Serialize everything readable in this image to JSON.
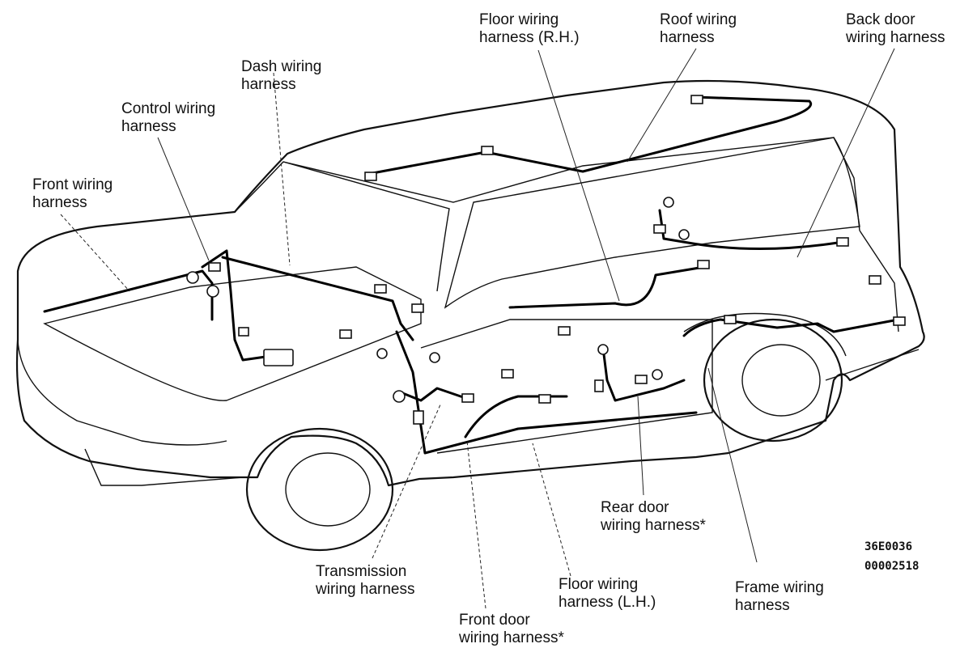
{
  "labels": {
    "floor_rh": [
      "Floor wiring",
      "harness (R.H.)"
    ],
    "roof": [
      "Roof wiring",
      "harness"
    ],
    "back_door": [
      "Back door",
      "wiring harness"
    ],
    "dash": [
      "Dash wiring",
      "harness"
    ],
    "control": [
      "Control wiring",
      "harness"
    ],
    "front": [
      "Front wiring",
      "harness"
    ],
    "rear_door": [
      "Rear door",
      "wiring harness*"
    ],
    "transmission": [
      "Transmission",
      "wiring harness"
    ],
    "floor_lh": [
      "Floor wiring",
      "harness (L.H.)"
    ],
    "frame": [
      "Frame wiring",
      "harness"
    ],
    "front_door": [
      "Front door",
      "wiring harness*"
    ]
  },
  "codes": [
    "36E0036",
    "00002518"
  ]
}
